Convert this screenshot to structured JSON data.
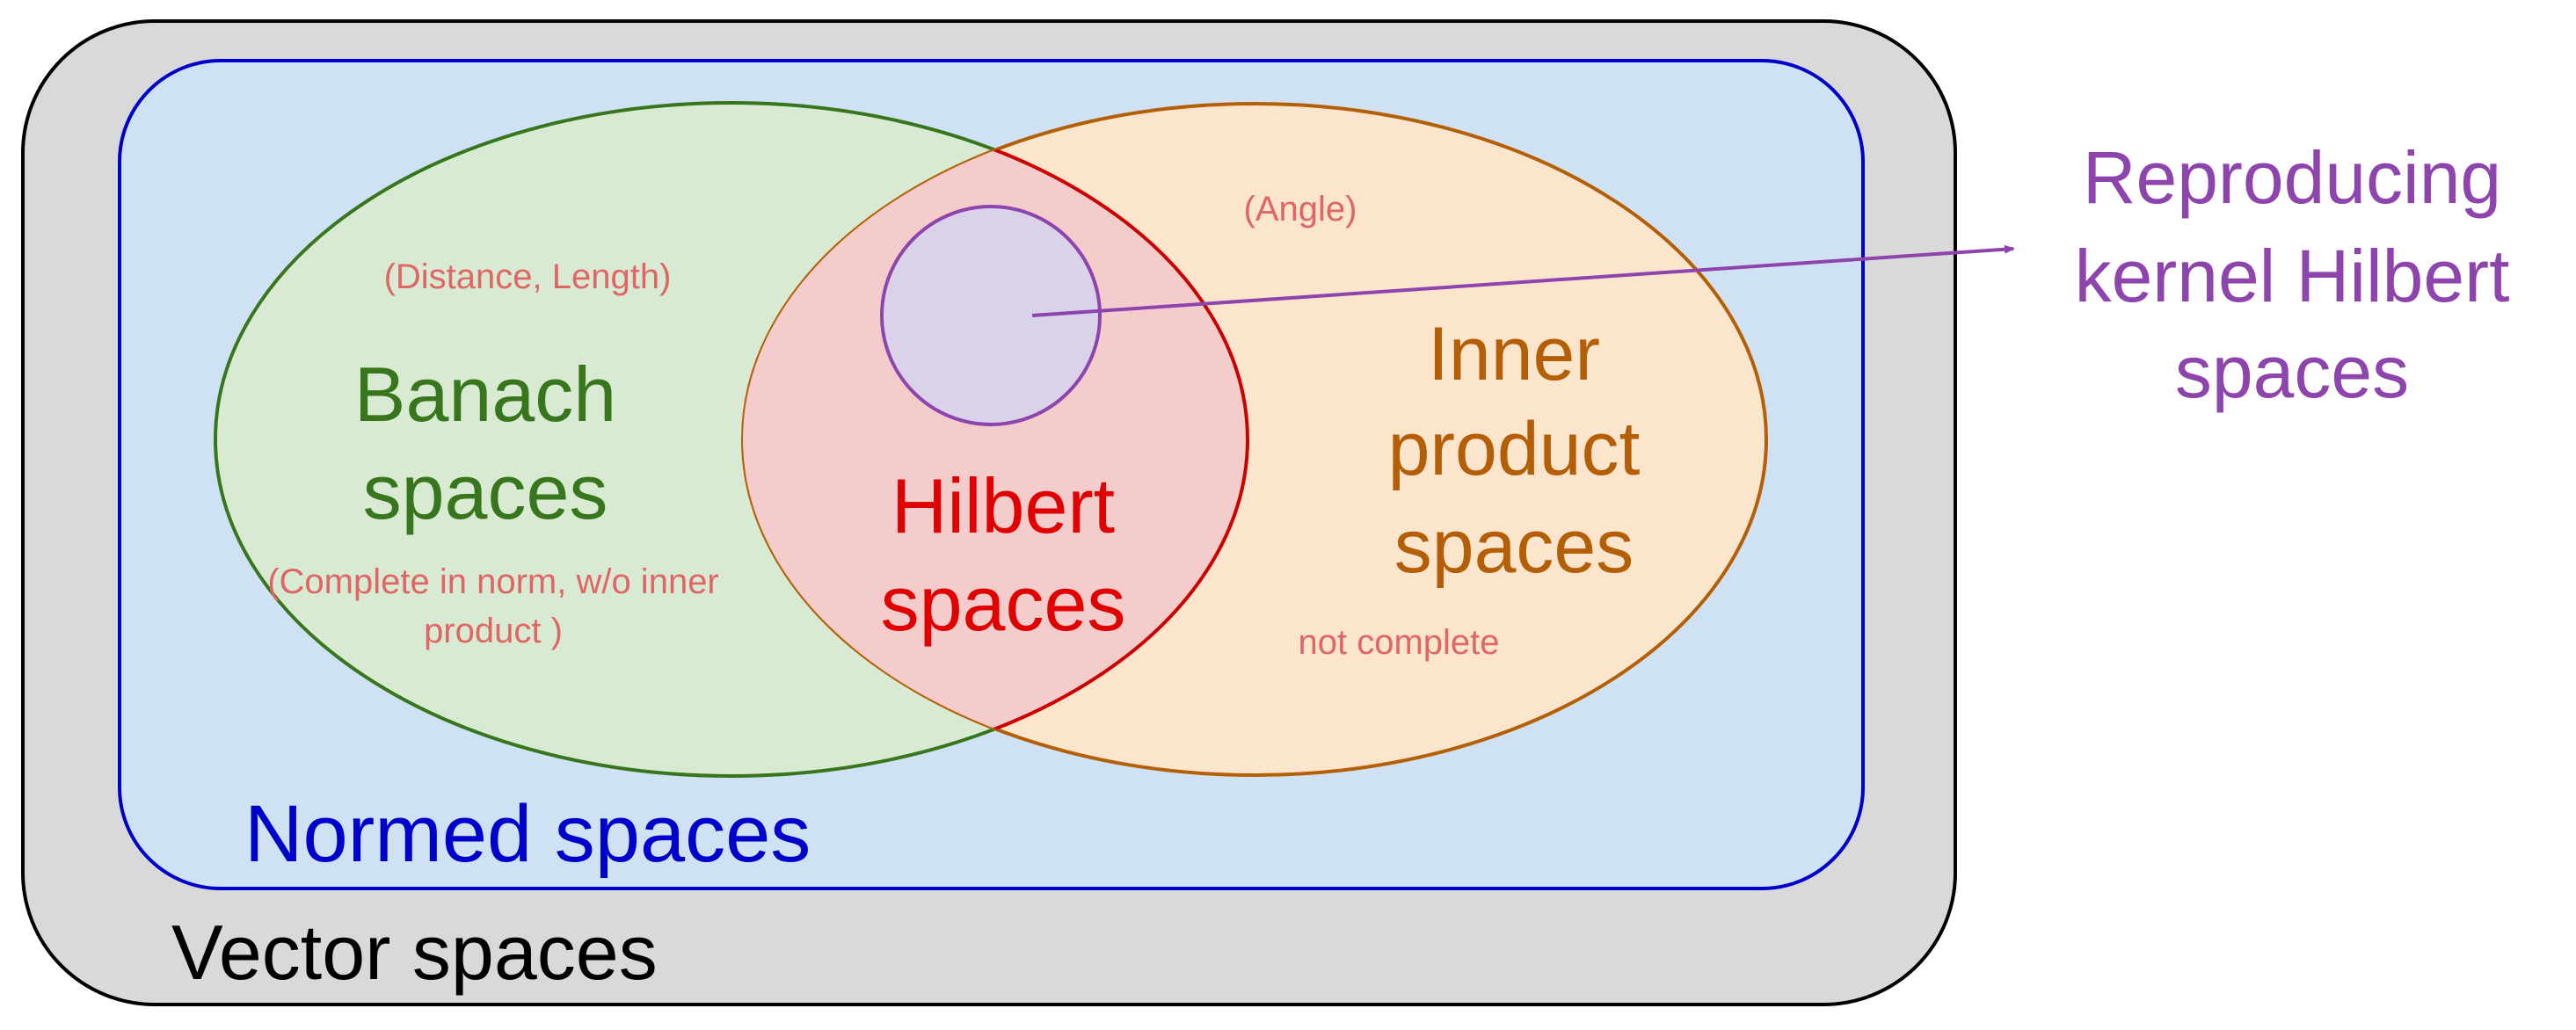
{
  "labels": {
    "vector_spaces": "Vector spaces",
    "normed_spaces": "Normed spaces",
    "banach_line1": "Banach",
    "banach_line2": "spaces",
    "distance_length": "(Distance, Length)",
    "complete_line1": "(Complete in norm, w/o inner",
    "complete_line2": "product )",
    "hilbert_line1": "Hilbert",
    "hilbert_line2": "spaces",
    "angle": "(Angle)",
    "inner_line1": "Inner",
    "inner_line2": "product",
    "inner_line3": "spaces",
    "not_complete": "not complete",
    "rkhs_line1": "Reproducing",
    "rkhs_line2": "kernel Hilbert",
    "rkhs_line3": "spaces"
  },
  "colors": {
    "vector_fill": "#d9d9d9",
    "vector_stroke": "#000000",
    "normed_fill": "#cfe2f3",
    "normed_stroke": "#0000cc",
    "banach_fill": "#d9ead3",
    "banach_stroke": "#38761d",
    "inner_fill": "#fce5cd",
    "inner_stroke": "#b45f06",
    "hilbert_fill": "#f4cccc",
    "hilbert_stroke": "#cc0000",
    "rkhs_fill": "#d9d2e9",
    "rkhs_stroke": "#8e44ad",
    "annotation_text": "#e06666",
    "hilbert_text": "#e00000"
  }
}
